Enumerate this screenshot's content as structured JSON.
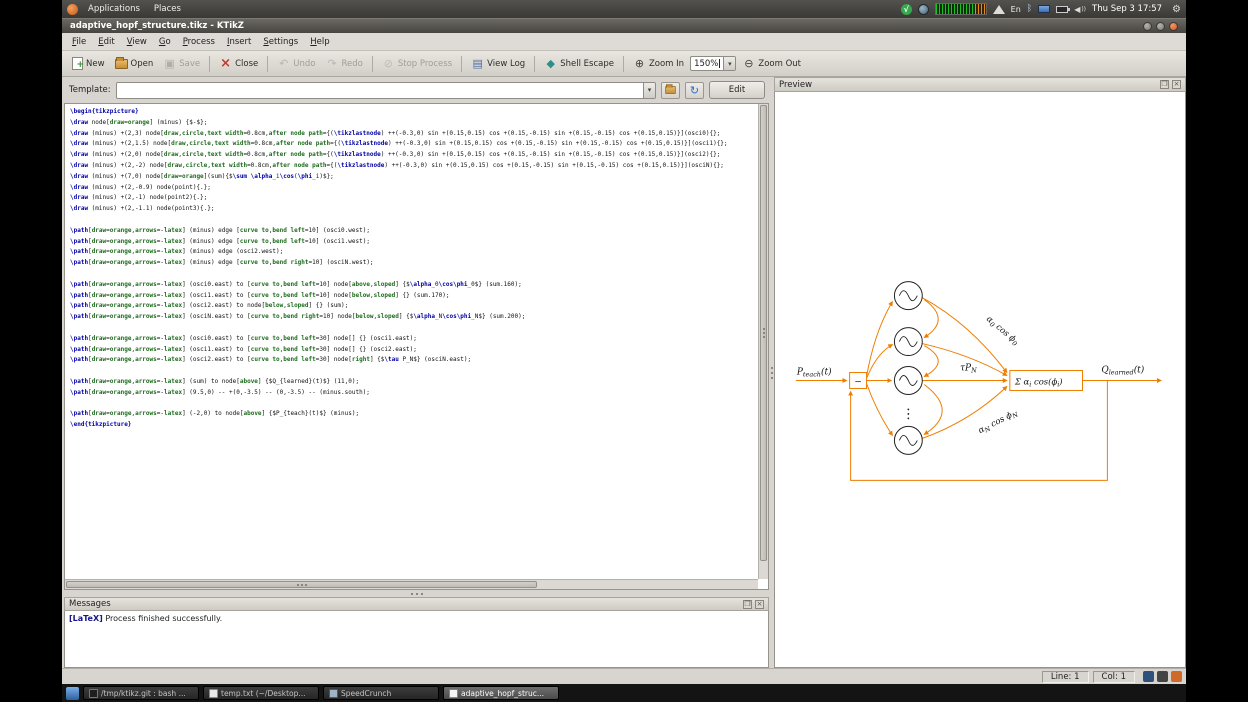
{
  "desktop": {
    "top_panel": {
      "menus": [
        {
          "label": "Applications"
        },
        {
          "label": "Places"
        }
      ],
      "tray": {
        "icons": [
          {
            "name": "update-status-icon",
            "kind": "check"
          },
          {
            "name": "globe-icon",
            "kind": "globe"
          },
          {
            "name": "system-monitor-applet",
            "kind": "monitor"
          },
          {
            "name": "wifi-icon",
            "kind": "wifi"
          },
          {
            "name": "keyboard-layout-indicator",
            "kind": "en",
            "text": "En"
          },
          {
            "name": "bluetooth-icon",
            "kind": "bt"
          },
          {
            "name": "mail-icon",
            "kind": "mail"
          },
          {
            "name": "battery-icon",
            "kind": "battery"
          },
          {
            "name": "volume-icon",
            "kind": "volume"
          }
        ],
        "clock": "Thu Sep 3 17:57"
      }
    },
    "taskbar": {
      "items": [
        {
          "label": "/tmp/ktikz.git : bash ...",
          "icon": "terminal",
          "active": false
        },
        {
          "label": "temp.txt (~/Desktop...",
          "icon": "editor",
          "active": false
        },
        {
          "label": "SpeedCrunch",
          "icon": "calc",
          "active": false
        },
        {
          "label": "adaptive_hopf_struc...",
          "icon": "ktikz",
          "active": true
        }
      ]
    }
  },
  "window": {
    "title": "adaptive_hopf_structure.tikz - KTikZ",
    "menubar": [
      "File",
      "Edit",
      "View",
      "Go",
      "Process",
      "Insert",
      "Settings",
      "Help"
    ],
    "toolbar": [
      {
        "label": "New",
        "icon": "new",
        "enabled": true
      },
      {
        "label": "Open",
        "icon": "open",
        "enabled": true
      },
      {
        "label": "Save",
        "icon": "save",
        "enabled": false
      },
      {
        "type": "sep"
      },
      {
        "label": "Close",
        "icon": "close",
        "enabled": true
      },
      {
        "type": "sep"
      },
      {
        "label": "Undo",
        "icon": "undo",
        "enabled": false
      },
      {
        "label": "Redo",
        "icon": "redo",
        "enabled": false
      },
      {
        "type": "sep"
      },
      {
        "label": "Stop Process",
        "icon": "stop",
        "enabled": false
      },
      {
        "type": "sep"
      },
      {
        "label": "View Log",
        "icon": "viewlog",
        "enabled": true
      },
      {
        "type": "sep"
      },
      {
        "label": "Shell Escape",
        "icon": "shell",
        "enabled": true
      },
      {
        "type": "sep"
      },
      {
        "label": "Zoom In",
        "icon": "zoomin",
        "enabled": true
      },
      {
        "type": "zoom-combo"
      },
      {
        "label": "Zoom Out",
        "icon": "zoomout",
        "enabled": true
      }
    ],
    "zoom_value": "150%",
    "template": {
      "label": "Template:",
      "value": "",
      "edit_button": "Edit"
    },
    "statusbar": {
      "line": "Line: 1",
      "col": "Col: 1"
    }
  },
  "editor": {
    "lines": [
      "\\begin{tikzpicture}",
      "\\draw node[draw=orange] (minus) {$-$};",
      "\\draw (minus) +(2,3) node[draw,circle,text width=0.8cm,after node path={(\\tikzlastnode) ++(-0.3,0) sin +(0.15,0.15) cos +(0.15,-0.15) sin +(0.15,-0.15) cos +(0.15,0.15)}](osci0){};",
      "\\draw (minus) +(2,1.5) node[draw,circle,text width=0.8cm,after node path={(\\tikzlastnode) ++(-0.3,0) sin +(0.15,0.15) cos +(0.15,-0.15) sin +(0.15,-0.15) cos +(0.15,0.15)}](osci1){};",
      "\\draw (minus) +(2,0) node[draw,circle,text width=0.8cm,after node path={(\\tikzlastnode) ++(-0.3,0) sin +(0.15,0.15) cos +(0.15,-0.15) sin +(0.15,-0.15) cos +(0.15,0.15)}](osci2){};",
      "\\draw (minus) +(2,-2) node[draw,circle,text width=0.8cm,after node path={(\\tikzlastnode) ++(-0.3,0) sin +(0.15,0.15) cos +(0.15,-0.15) sin +(0.15,-0.15) cos +(0.15,0.15)}](osciN){};",
      "\\draw (minus) +(7,0) node[draw=orange](sum){$\\sum \\alpha_i\\cos(\\phi_i)$};",
      "\\draw (minus) +(2,-0.9) node(point){.};",
      "\\draw (minus) +(2,-1) node(point2){.};",
      "\\draw (minus) +(2,-1.1) node(point3){.};",
      "",
      "\\path[draw=orange,arrows=-latex] (minus) edge [curve to,bend left=10] (osci0.west);",
      "\\path[draw=orange,arrows=-latex] (minus) edge [curve to,bend left=10] (osci1.west);",
      "\\path[draw=orange,arrows=-latex] (minus) edge (osci2.west);",
      "\\path[draw=orange,arrows=-latex] (minus) edge [curve to,bend right=10] (osciN.west);",
      "",
      "\\path[draw=orange,arrows=-latex] (osci0.east) to [curve to,bend left=10] node[above,sloped] {$\\alpha_0\\cos\\phi_0$} (sum.160);",
      "\\path[draw=orange,arrows=-latex] (osci1.east) to [curve to,bend left=10] node[below,sloped] {} (sum.170);",
      "\\path[draw=orange,arrows=-latex] (osci2.east) to node[below,sloped] {} (sum);",
      "\\path[draw=orange,arrows=-latex] (osciN.east) to [curve to,bend right=10] node[below,sloped] {$\\alpha_N\\cos\\phi_N$} (sum.200);",
      "",
      "\\path[draw=orange,arrows=-latex] (osci0.east) to [curve to,bend left=30] node[] {} (osci1.east);",
      "\\path[draw=orange,arrows=-latex] (osci1.east) to [curve to,bend left=30] node[] {} (osci2.east);",
      "\\path[draw=orange,arrows=-latex] (osci2.east) to [curve to,bend left=30] node[right] {$\\tau P_N$} (osciN.east);",
      "",
      "\\path[draw=orange,arrows=-latex] (sum) to node[above] {$Q_{learned}(t)$} (11,0);",
      "\\path[draw=orange,arrows=-latex] (9.5,0) -- +(0,-3.5) -- (0,-3.5) -- (minus.south);",
      "",
      "\\path[draw=orange,arrows=-latex] (-2,0) to node[above] {$P_{teach}(t)$} (minus);",
      "\\end{tikzpicture}"
    ]
  },
  "messages": {
    "title": "Messages",
    "entries": [
      {
        "tag": "[LaTeX]",
        "text": " Process finished successfully."
      }
    ]
  },
  "preview": {
    "title": "Preview",
    "accent_color": "#ee7d00",
    "labels": {
      "minus": "−",
      "input_main": "P",
      "input_sub": "teach",
      "input_rest": "(t)",
      "output_main": "Q",
      "output_sub": "learned",
      "output_rest": "(t)",
      "tau_main": "τP",
      "tau_sub": "N",
      "alpha0_a": "α",
      "alpha0_a_sub": "0",
      "alpha0_b": " cos ϕ",
      "alpha0_b_sub": "0",
      "alphaN_a": "α",
      "alphaN_a_sub": "N",
      "alphaN_b": " cos ϕ",
      "alphaN_b_sub": "N",
      "sum_a": "Σ α",
      "sum_a_sub": "i",
      "sum_b": " cos(ϕ",
      "sum_b_sub": "i",
      "sum_c": ")"
    }
  }
}
